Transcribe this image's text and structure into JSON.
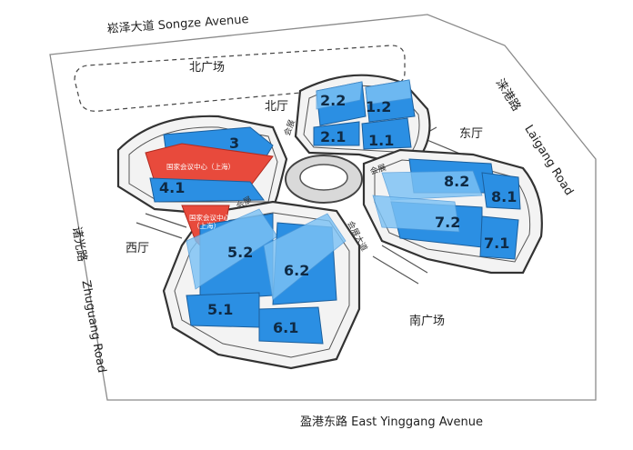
{
  "roads": {
    "north": "崧泽大道  Songze Avenue",
    "east_cn": "涞港路",
    "east_en": "Laigang Road",
    "west_cn": "诸光路",
    "west_en": "Zhuguang Road",
    "south": "盈港东路  East Yinggang Avenue"
  },
  "zones": {
    "north_plaza": "北广场",
    "north_hall": "北厅",
    "east_hall": "东厅",
    "west_hall": "西厅",
    "south_plaza": "南广场"
  },
  "halls": {
    "h22": "2.2",
    "h12": "1.2",
    "h21": "2.1",
    "h11": "1.1",
    "h3": "3",
    "h41": "4.1",
    "h82": "8.2",
    "h81": "8.1",
    "h72": "7.2",
    "h71": "7.1",
    "h52": "5.2",
    "h62": "6.2",
    "h51": "5.1",
    "h61": "6.1"
  },
  "labels": {
    "ncc_main": "国家会议中心（上海）",
    "ncc_small_1": "国家会议中心",
    "ncc_small_2": "（上海）",
    "corridor_n": "会展",
    "corridor_ne": "会展",
    "corridor_se": "会展大道",
    "corridor_w": "会展"
  },
  "colors": {
    "hall_blue": "#2b8fe3",
    "hall_light": "#7cc2f5",
    "ncc_red": "#e84a3c"
  }
}
